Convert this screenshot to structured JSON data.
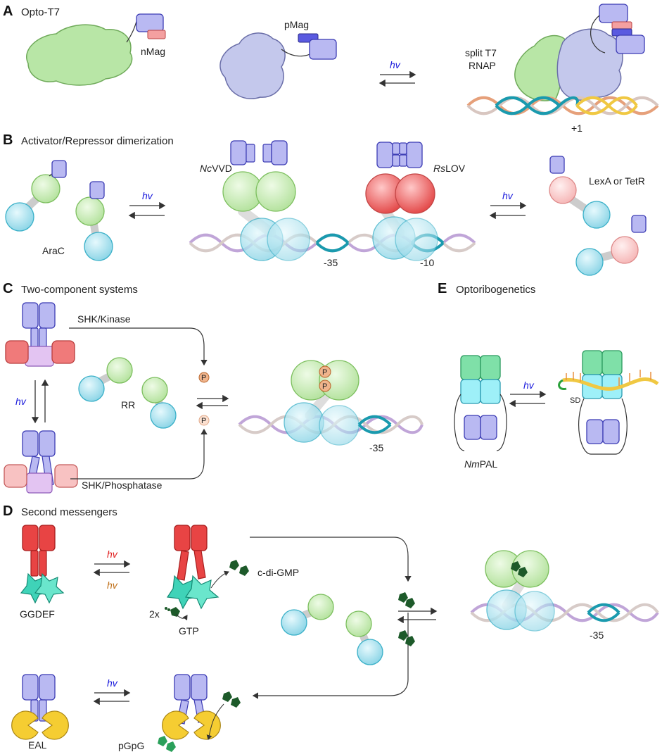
{
  "panels": {
    "A": {
      "letter": "A",
      "title": "Opto-T7",
      "labels": {
        "nmag": "nMag",
        "pmag": "pMag",
        "split1": "split T7",
        "split2": "RNAP",
        "plus1": "+1",
        "hv": "hv"
      }
    },
    "B": {
      "letter": "B",
      "title": "Activator/Repressor dimerization",
      "labels": {
        "ncvvd_italic": "Nc",
        "ncvvd_rest": "VVD",
        "rslov_italic": "Rs",
        "rslov_rest": "LOV",
        "arac": "AraC",
        "lexa": "LexA or TetR",
        "m35": "-35",
        "m10": "-10",
        "hv": "hv"
      }
    },
    "C": {
      "letter": "C",
      "title": "Two-component systems",
      "labels": {
        "kinase": "SHK/Kinase",
        "phosphatase": "SHK/Phosphatase",
        "rr": "RR",
        "m35": "-35",
        "hv": "hv",
        "p": "P"
      }
    },
    "D": {
      "letter": "D",
      "title": "Second messengers",
      "labels": {
        "ggdef": "GGDEF",
        "cdigmp": "c-di-GMP",
        "gtp": "GTP",
        "twox": "2x",
        "eal": "EAL",
        "pgpg": "pGpG",
        "m35": "-35",
        "hv": "hv"
      }
    },
    "E": {
      "letter": "E",
      "title": "Optoribogenetics",
      "labels": {
        "nmpal_italic": "Nm",
        "nmpal_rest": "PAL",
        "sd": "SD",
        "hv": "hv"
      }
    }
  },
  "colors": {
    "lov_blue": "#b9b9f2",
    "lov_stroke": "#3c3cb4",
    "green": "#c9ecb8",
    "cyan": "#9fe0ee",
    "red": "#f07070",
    "pink": "#f7b5b5",
    "purple": "#d9b4ee",
    "teal_dna": "#1a9aae",
    "hv_blue": "#1a1adc",
    "hv_red": "#e02020",
    "hv_orange": "#c0701a",
    "ggdef_red": "#e83c3c",
    "eal_yellow": "#f5cd32",
    "dark_green": "#1d5a2a"
  }
}
